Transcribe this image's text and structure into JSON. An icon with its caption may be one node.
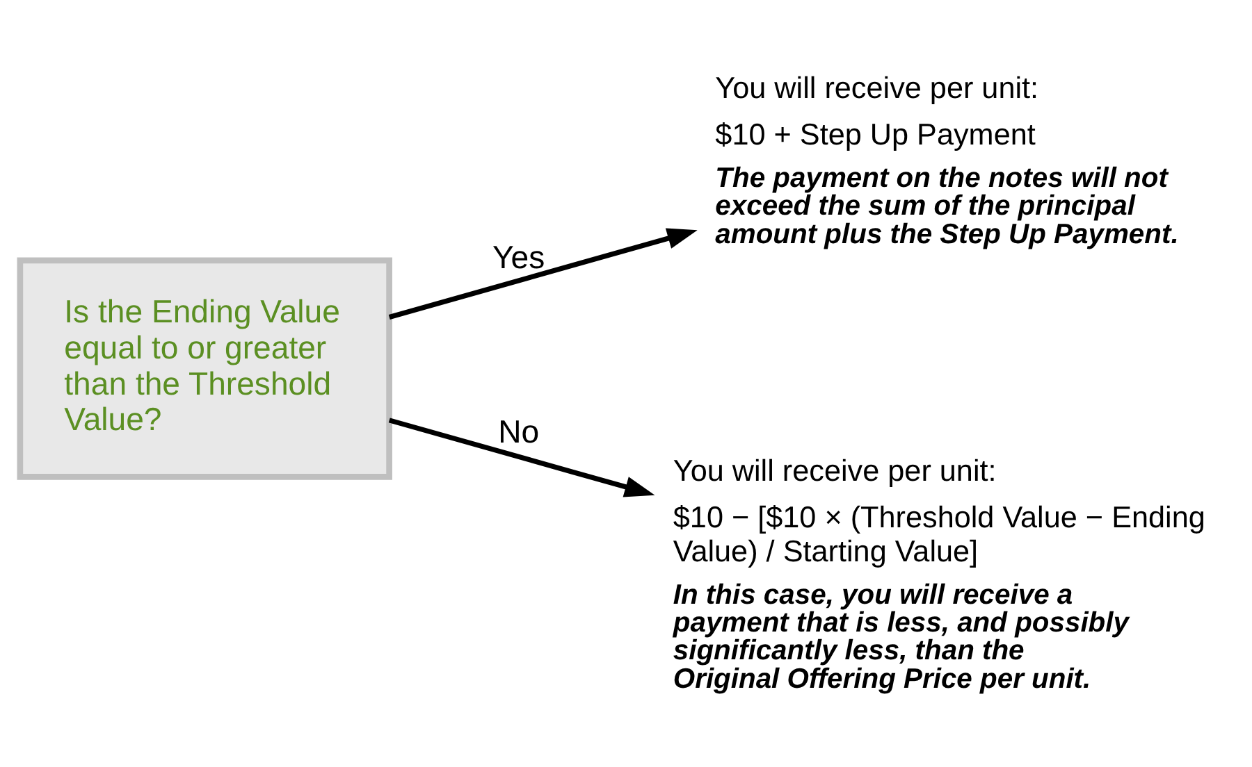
{
  "diagram": {
    "nodes": [
      {
        "text": [
          "Is the Ending Value equal to or greater than the Threshold Value?"
        ]
      },
      {
        "text": [
          "You will receive per unit:",
          "$10 + Step Up Payment",
          "The payment on the notes will not exceed the sum of the principal amount plus the Step Up Payment."
        ]
      },
      {
        "text": [
          "You will receive per unit:",
          "$10 − [$10 × (Threshold Value − Ending Value) / Starting Value]",
          "In this case, you will receive a payment that is less, and possibly significantly less, than the Original Offering Price per unit."
        ]
      }
    ],
    "edges": [
      {
        "from": 0,
        "to": 1,
        "arrow": "to",
        "label": "Yes"
      },
      {
        "from": 0,
        "to": 2,
        "arrow": "to",
        "label": "No"
      }
    ]
  }
}
